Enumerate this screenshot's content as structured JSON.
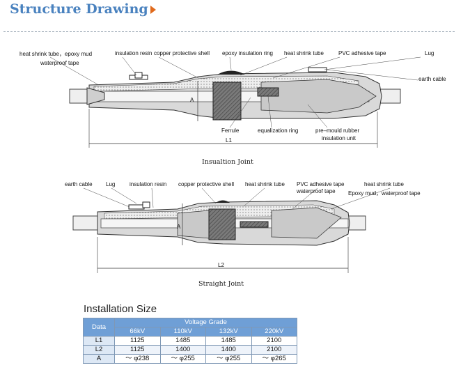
{
  "header": {
    "title": "Structure Drawing"
  },
  "insulation_joint": {
    "caption": "Insualtion Joint",
    "labels": {
      "heat_shrink_epoxy": "heat shrink tube，epoxy mud",
      "waterproof": "waterproof tape",
      "insulation_resin": "insulation resin",
      "copper_shell": "copper protective shell",
      "epoxy_ring": "epoxy insulation ring",
      "heat_shrink": "heat shrink tube",
      "pvc_tape": "PVC adhesive tape",
      "lug": "Lug",
      "earth_cable": "earth cable",
      "ferrule": "Ferrule",
      "equalization": "equalization ring",
      "premould": "pre–mould rubber",
      "insulation_unit": "insulation unit",
      "dim_L1": "L1",
      "dim_A": "A"
    }
  },
  "straight_joint": {
    "caption": "Straight Joint",
    "labels": {
      "earth_cable": "earth cable",
      "lug": "Lug",
      "insulation_resin": "insulation resin",
      "copper_shell": "copper protective shell",
      "heat_shrink": "heat shrink tube",
      "pvc_tape": "PVC adhesive tape",
      "waterproof": "waterproof tape",
      "heat_shrink2": "heat shrink tube",
      "epoxy_waterproof": "Epoxy mud，waterproof tape",
      "dim_L2": "L2",
      "dim_A": "A"
    }
  },
  "installation": {
    "title": "Installation Size",
    "data_header": "Data",
    "group_header": "Voltage Grade",
    "columns": [
      "66kV",
      "110kV",
      "132kV",
      "220kV"
    ],
    "rows": [
      {
        "name": "L1",
        "values": [
          "1125",
          "1485",
          "1485",
          "2100"
        ]
      },
      {
        "name": "L2",
        "values": [
          "1125",
          "1400",
          "1400",
          "2100"
        ]
      },
      {
        "name": "A",
        "values": [
          "～ φ238",
          "～ φ255",
          "～ φ255",
          "～ φ265"
        ]
      }
    ]
  },
  "colors": {
    "title": "#4a82bf",
    "arrow": "#e06a1c",
    "table_header": "#6f9fd6"
  }
}
